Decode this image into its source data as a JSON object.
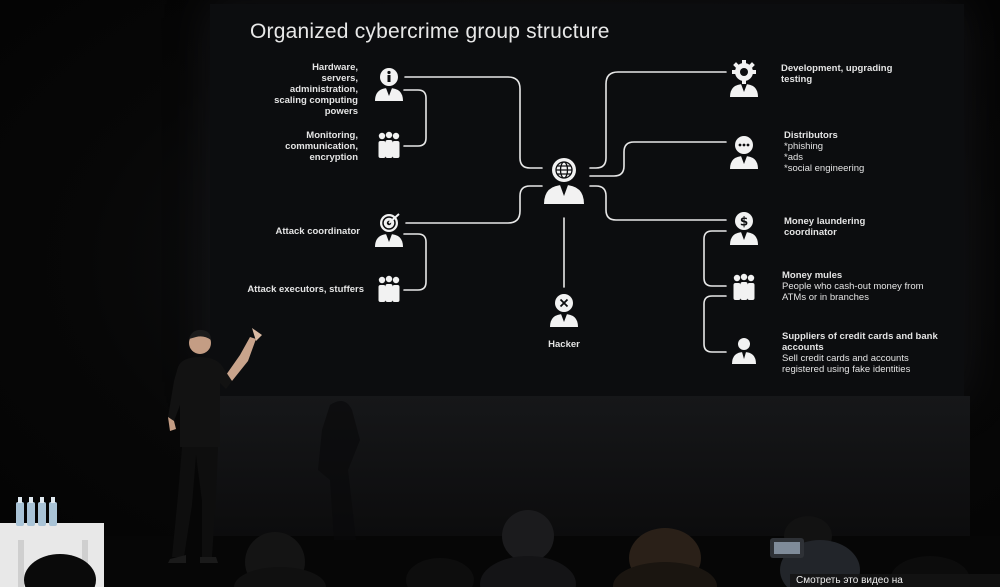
{
  "slide": {
    "title": "Organized cybercrime group structure"
  },
  "nodes": {
    "center": {
      "icon": "globe-person-icon"
    },
    "hacker": {
      "label": "Hacker",
      "icon": "x-person-icon"
    },
    "hardware": {
      "lines": [
        "Hardware,",
        "servers,",
        "administration,",
        "scaling computing",
        "powers"
      ],
      "icon": "info-person-icon"
    },
    "monitoring": {
      "lines": [
        "Monitoring,",
        "communication,",
        "encryption"
      ],
      "icon": "group-icon"
    },
    "attack_coordinator": {
      "label": "Attack coordinator",
      "icon": "target-person-icon"
    },
    "attack_executors": {
      "label": "Attack executors, stuffers",
      "icon": "group-icon"
    },
    "development": {
      "lines": [
        "Development, upgrading",
        "testing"
      ],
      "icon": "gear-person-icon"
    },
    "distributors": {
      "title": "Distributors",
      "items": [
        "*phishing",
        "*ads",
        "*social engineering"
      ],
      "icon": "chat-person-icon"
    },
    "laundering": {
      "lines": [
        "Money laundering",
        "coordinator"
      ],
      "icon": "dollar-person-icon"
    },
    "mules": {
      "title": "Money mules",
      "desc": [
        "People who cash-out money from",
        "ATMs or in branches"
      ],
      "icon": "group-icon"
    },
    "suppliers": {
      "title": [
        "Suppliers of credit cards and bank",
        "accounts"
      ],
      "desc": [
        "Sell credit cards and accounts",
        "registered using fake identities"
      ],
      "icon": "suit-person-icon"
    }
  },
  "overlay": {
    "caption": "Смотреть это видео на"
  },
  "colors": {
    "line": "#e8e8e8",
    "screen": "#0c0d0f",
    "text": "#e4e4e4"
  }
}
